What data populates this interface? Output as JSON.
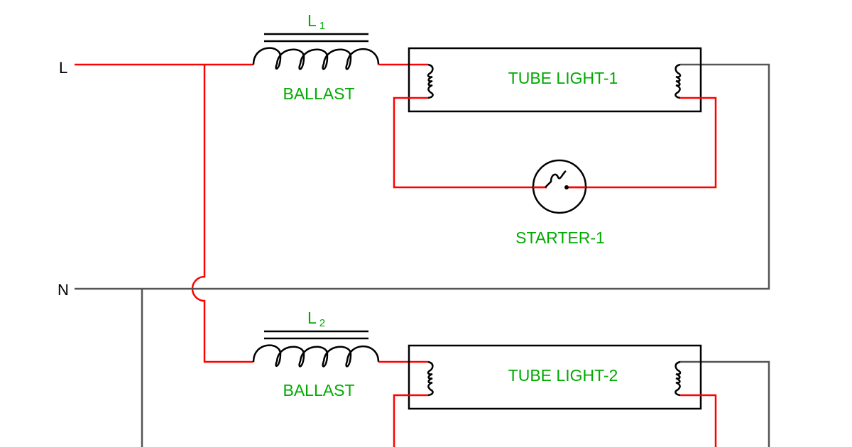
{
  "diagram": {
    "line_label": "L",
    "neutral_label": "N",
    "ballast_1": {
      "symbol": "L",
      "subscript": "1",
      "label": "BALLAST"
    },
    "ballast_2": {
      "symbol": "L",
      "subscript": "2",
      "label": "BALLAST"
    },
    "tube_1": {
      "label": "TUBE LIGHT-1"
    },
    "tube_2": {
      "label": "TUBE LIGHT-2"
    },
    "starter_1": {
      "label": "STARTER-1"
    },
    "colors": {
      "live_wire": "#ff0000",
      "neutral_wire": "#555555",
      "component": "#000000",
      "label": "#00aa00"
    }
  }
}
